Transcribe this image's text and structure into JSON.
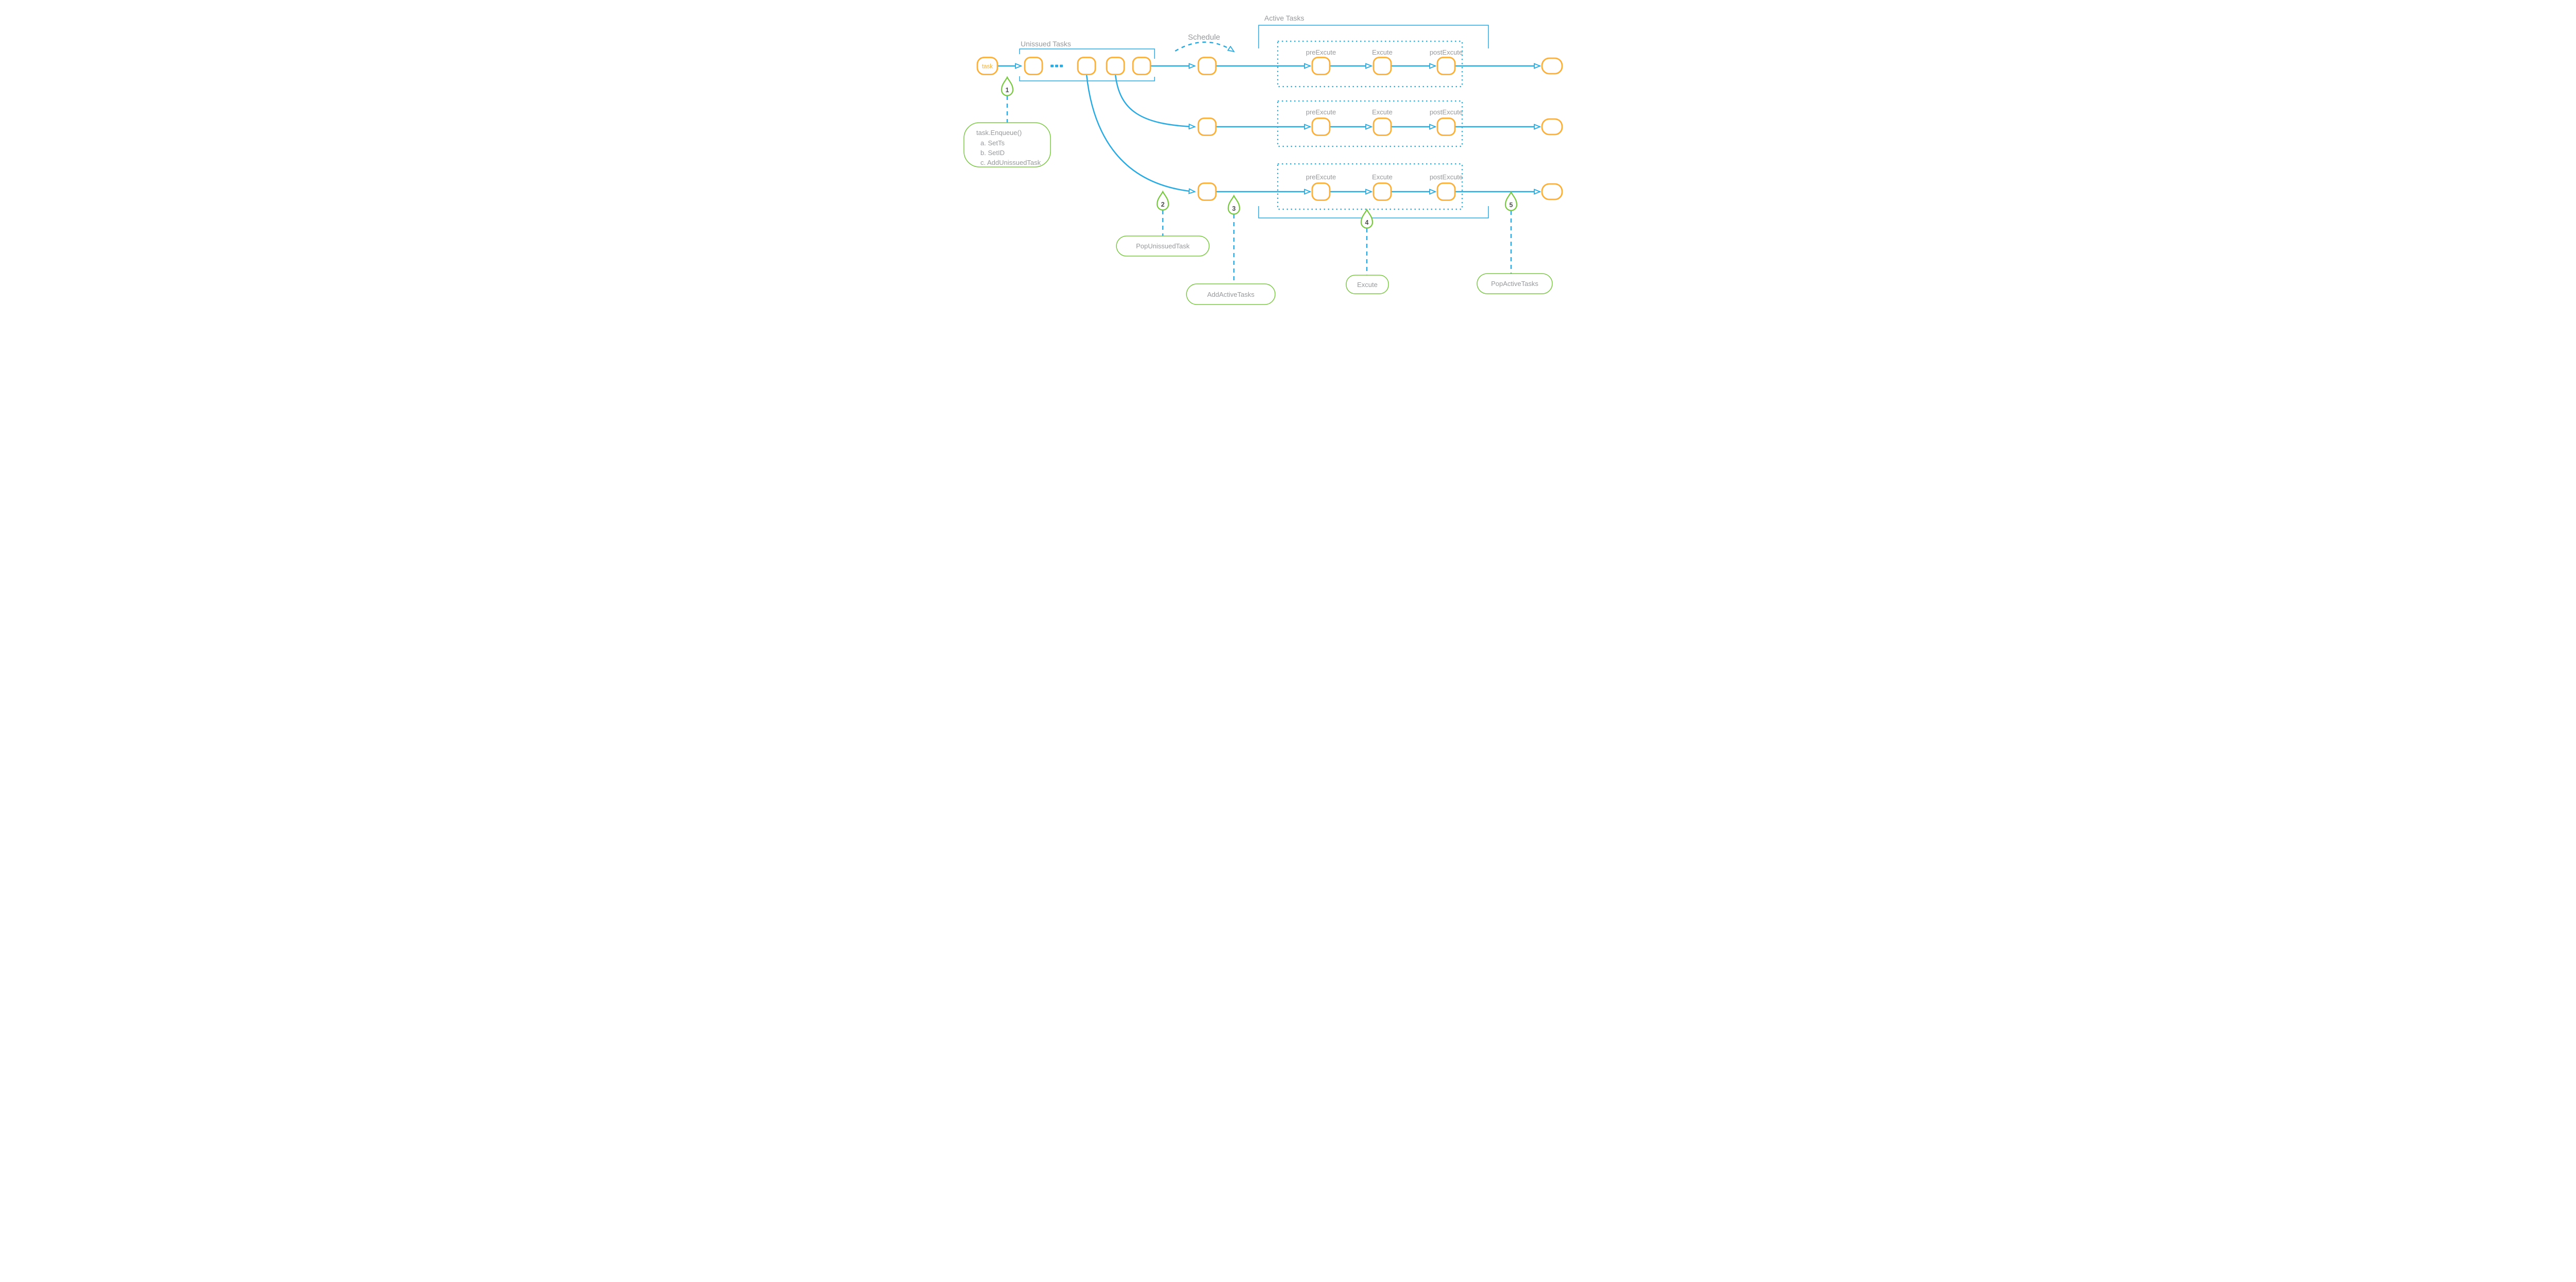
{
  "labels": {
    "unissued_tasks": "Unissued Tasks",
    "schedule": "Schedule",
    "active_tasks": "Active Tasks"
  },
  "task_node": "task",
  "stages": {
    "pre": "preExcute",
    "exec": "Excute",
    "post": "postExcute"
  },
  "markers": {
    "m1": "1",
    "m2": "2",
    "m3": "3",
    "m4": "4",
    "m5": "5"
  },
  "annotations": {
    "enqueue": {
      "title": "task.Enqueue()",
      "item_a": "a. SetTs",
      "item_b": "b. SetID",
      "item_c": "c. AddUnissuedTask"
    },
    "pop_unissued": "PopUnissuedTask",
    "add_active": "AddActiveTasks",
    "excute": "Excute",
    "pop_active": "PopActiveTasks"
  },
  "colors": {
    "arrow_blue": "#29ABE2",
    "node_orange": "#FBB03B",
    "annotation_green": "#7AC943",
    "text_gray": "#96989B",
    "text_dark": "#4D4D4D"
  }
}
